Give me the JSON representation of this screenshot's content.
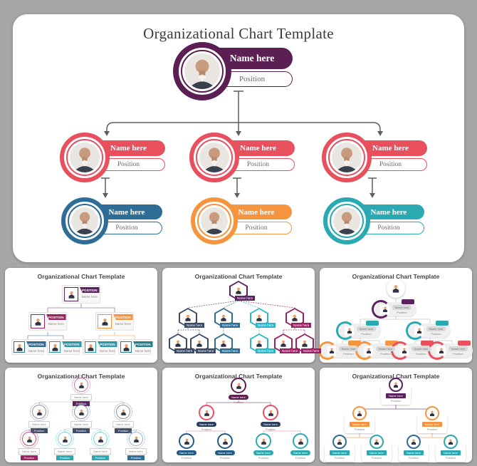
{
  "page": {
    "background_color": "#a6a6a6"
  },
  "palette": {
    "purple": "#5b1f54",
    "red": "#e8505e",
    "blue": "#2e6e96",
    "orange": "#f5953f",
    "teal": "#2aa9b2",
    "magenta": "#9c2064",
    "navy": "#3b4a68",
    "cyan": "#2ab7c9",
    "connector_gray": "#5f5f5f",
    "title_text": "#3b3b3b"
  },
  "main_slide": {
    "title": "Organizational Chart Template",
    "nodes": [
      {
        "level": 1,
        "name": "Name here",
        "position": "Position",
        "color": "#5b1f54"
      },
      {
        "level": 2,
        "name": "Name here",
        "position": "Position",
        "color": "#e8505e"
      },
      {
        "level": 2,
        "name": "Name here",
        "position": "Position",
        "color": "#e8505e"
      },
      {
        "level": 2,
        "name": "Name here",
        "position": "Position",
        "color": "#e8505e"
      },
      {
        "level": 3,
        "name": "Name here",
        "position": "Position",
        "color": "#2e6e96"
      },
      {
        "level": 3,
        "name": "Name here",
        "position": "Position",
        "color": "#f5953f"
      },
      {
        "level": 3,
        "name": "Name here",
        "position": "Position",
        "color": "#2aa9b2"
      }
    ]
  },
  "thumbnails": [
    {
      "title": "Organizational Chart Template",
      "style": "ribbon-squares",
      "node_label": "POSITION",
      "node_name": "Name here",
      "colors": [
        "#5b2160",
        "#9c2064",
        "#f5953f",
        "#2e6e96",
        "#2a9aa8",
        "#2a9aa8",
        "#22808f"
      ]
    },
    {
      "title": "Organizational Chart Template",
      "style": "hexagons",
      "node_name": "Name here",
      "colors": [
        "#5b2160",
        "#3b4a68",
        "#2e6e96",
        "#2ab7c9",
        "#9c2064"
      ]
    },
    {
      "title": "Organizational Chart Template",
      "style": "arc-pills",
      "node_name": "Name here",
      "node_position": "Position",
      "colors": [
        "#5b2160",
        "#2aa9b2",
        "#f5953f",
        "#e8505e"
      ]
    },
    {
      "title": "Organizational Chart Template",
      "style": "dotted-circles",
      "node_name": "Name here",
      "node_position": "Position",
      "colors": [
        "#5b2160",
        "#3f4e6d",
        "#9c2064",
        "#2aa9b2",
        "#2e6e96"
      ]
    },
    {
      "title": "Organizational Chart Template",
      "style": "ring-circles",
      "node_name": "Name here",
      "node_position": "Position",
      "colors": [
        "#5b1f54",
        "#e8505e",
        "#205b86",
        "#2aa9b2"
      ]
    },
    {
      "title": "Organizational Chart Template",
      "style": "card-circles",
      "node_name": "Name here",
      "node_position": "Position",
      "colors": [
        "#5b2160",
        "#f5953f",
        "#2e6e96",
        "#2aa9b2"
      ]
    }
  ]
}
